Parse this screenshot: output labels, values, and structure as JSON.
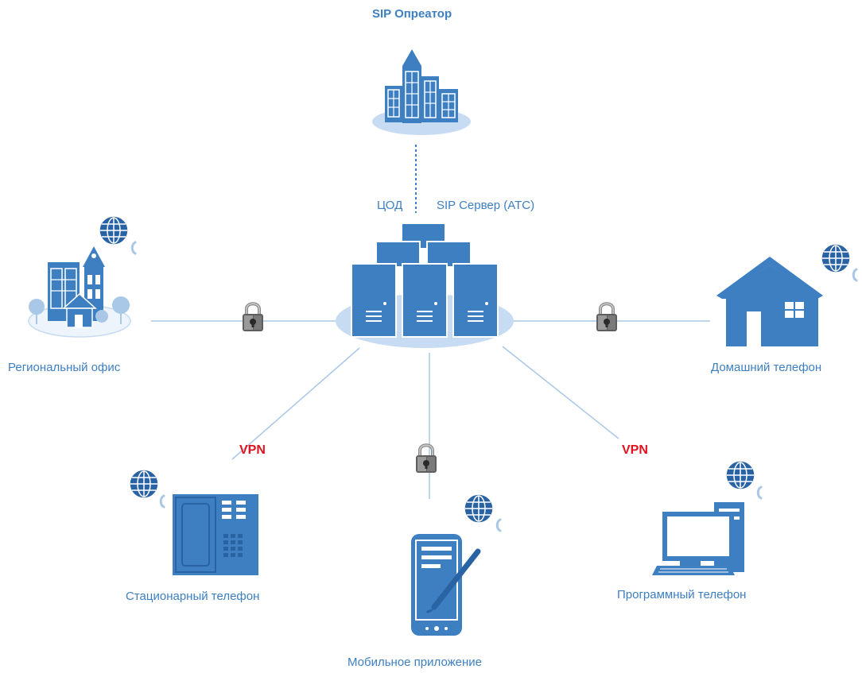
{
  "operator": {
    "label": "SIP Опреатор"
  },
  "datacenter": {
    "tsod_label": "ЦОД",
    "server_label": "SIP Сервер (АТС)"
  },
  "nodes": {
    "regional_office": "Региональный офис",
    "home_phone": "Домашний телефон",
    "desk_phone": "Стационарный телефон",
    "mobile_app": "Мобильное приложение",
    "softphone": "Программный телефон"
  },
  "vpn_labels": {
    "left": "VPN",
    "right": "VPN"
  },
  "colors": {
    "primary": "#3d7fc1",
    "dark": "#2a63a3",
    "light": "#c7dcf2",
    "line": "#a9c7e6",
    "vpn": "#e0141e"
  },
  "icons": [
    "city-icon",
    "server-cluster-icon",
    "office-icon",
    "house-icon",
    "desk-phone-icon",
    "mobile-icon",
    "computer-icon",
    "globe-icon",
    "padlock-icon"
  ]
}
